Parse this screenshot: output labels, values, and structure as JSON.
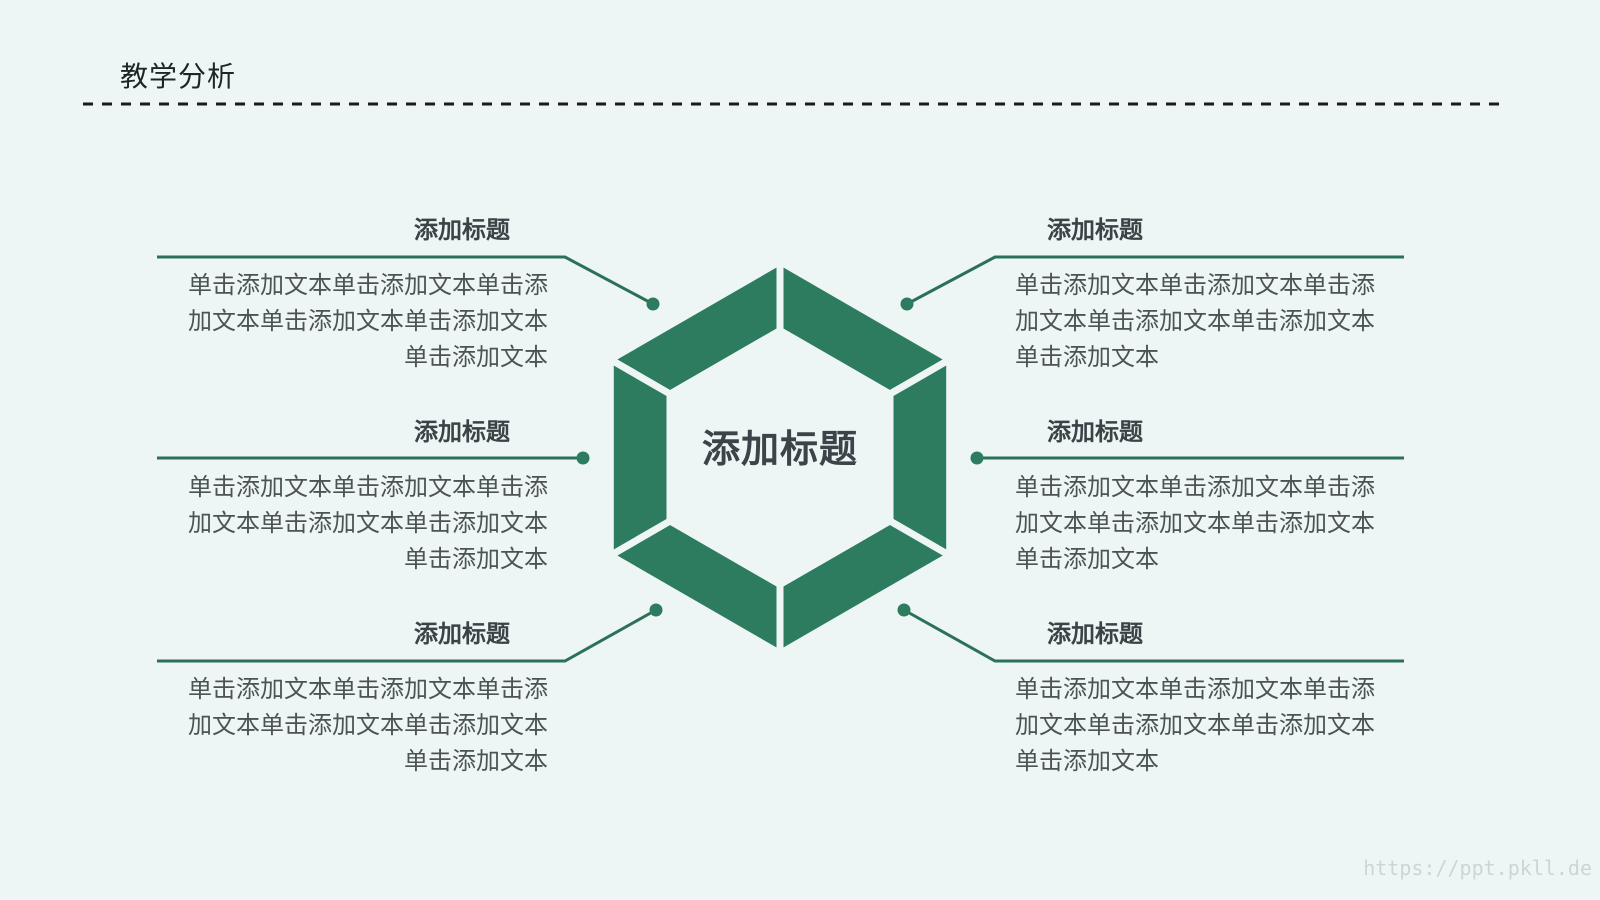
{
  "slide": {
    "title": "教学分析",
    "watermark": "https://ppt.pkll.de"
  },
  "diagram": {
    "type": "hexagon-ring-6-segments",
    "center_title": "添加标题",
    "callouts": [
      {
        "id": "left-top",
        "title": "添加标题",
        "lines": [
          "单击添加文本单击添加文本单击添",
          "加文本单击添加文本单击添加文本",
          "单击添加文本"
        ]
      },
      {
        "id": "left-middle",
        "title": "添加标题",
        "lines": [
          "单击添加文本单击添加文本单击添",
          "加文本单击添加文本单击添加文本",
          "单击添加文本"
        ]
      },
      {
        "id": "left-bottom",
        "title": "添加标题",
        "lines": [
          "单击添加文本单击添加文本单击添",
          "加文本单击添加文本单击添加文本",
          "单击添加文本"
        ]
      },
      {
        "id": "right-top",
        "title": "添加标题",
        "lines": [
          "单击添加文本单击添加文本单击添",
          "加文本单击添加文本单击添加文本",
          "单击添加文本"
        ]
      },
      {
        "id": "right-middle",
        "title": "添加标题",
        "lines": [
          "单击添加文本单击添加文本单击添",
          "加文本单击添加文本单击添加文本",
          "单击添加文本"
        ]
      },
      {
        "id": "right-bottom",
        "title": "添加标题",
        "lines": [
          "单击添加文本单击添加文本单击添",
          "加文本单击添加文本单击添加文本",
          "单击添加文本"
        ]
      }
    ]
  },
  "colors": {
    "background": "#eef6f5",
    "hexagon_green": "#2e7c5f",
    "connector_green": "#2b7158",
    "dash_line": "#1a1a1a",
    "title_text": "#1e2526",
    "heading_text": "#3b4347",
    "body_text": "#4c5355",
    "center_text": "#3d4449",
    "watermark_text": "#ccd4d8"
  }
}
